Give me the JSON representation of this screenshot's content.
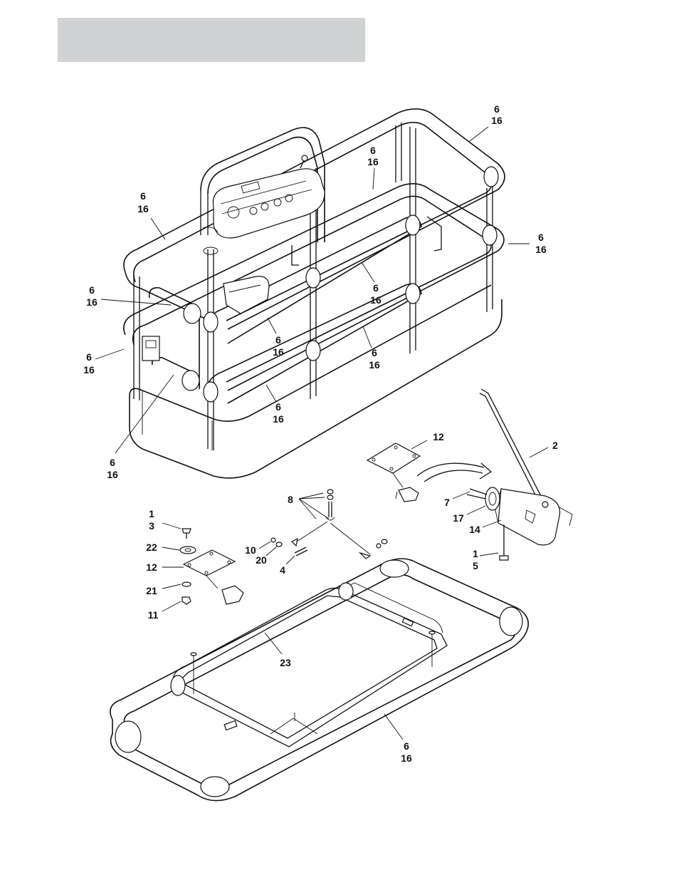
{
  "header": {
    "title": ""
  },
  "callouts": {
    "c01": {
      "a": "6",
      "b": "16"
    },
    "c02": {
      "a": "6",
      "b": "16"
    },
    "c03": {
      "a": "6",
      "b": "16"
    },
    "c04": {
      "a": "6",
      "b": "16"
    },
    "c05": {
      "a": "6",
      "b": "16"
    },
    "c06": {
      "a": "6",
      "b": "16"
    },
    "c07": {
      "a": "6",
      "b": "16"
    },
    "c08": {
      "a": "6",
      "b": "16"
    },
    "c09": {
      "a": "6",
      "b": "16"
    },
    "c10": {
      "a": "6",
      "b": "16"
    },
    "c11": {
      "a": "6",
      "b": "16"
    },
    "c12": {
      "a": "6",
      "b": "16"
    },
    "c13": {
      "a": "2"
    },
    "c14": {
      "a": "12"
    },
    "c15": {
      "a": "7"
    },
    "c16": {
      "a": "17"
    },
    "c17": {
      "a": "14"
    },
    "c18": {
      "a": "1",
      "b": "5"
    },
    "c19": {
      "a": "8"
    },
    "c20": {
      "a": "1",
      "b": "3"
    },
    "c21": {
      "a": "22"
    },
    "c22": {
      "a": "12"
    },
    "c23": {
      "a": "21"
    },
    "c24": {
      "a": "11"
    },
    "c25": {
      "a": "10"
    },
    "c26": {
      "a": "20"
    },
    "c27": {
      "a": "4"
    },
    "c28": {
      "a": "23"
    },
    "c29": {
      "a": "6",
      "b": "16"
    }
  }
}
